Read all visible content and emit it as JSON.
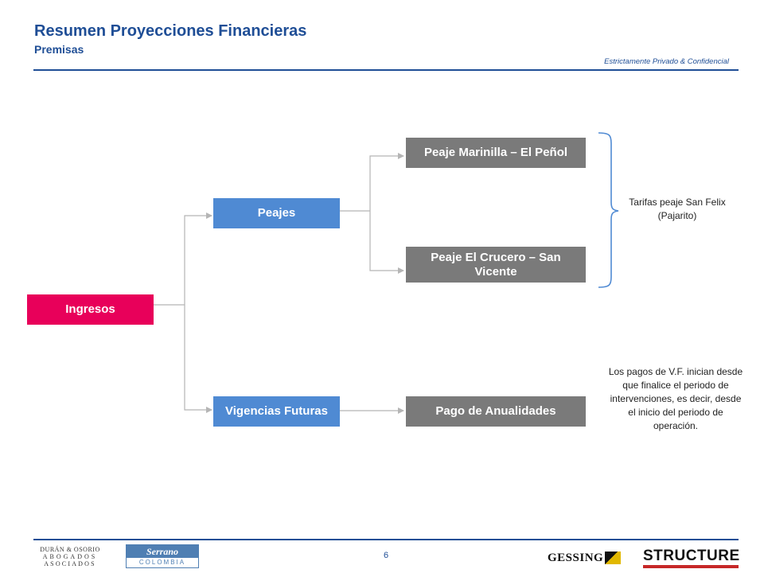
{
  "header": {
    "title": "Resumen Proyecciones Financieras",
    "subtitle": "Premisas",
    "confidential": "Estrictamente Privado & Confidencial"
  },
  "diagram": {
    "root": "Ingresos",
    "level1": [
      "Peajes",
      "Vigencias Futuras"
    ],
    "level2": [
      "Peaje Marinilla – El Peñol",
      "Peaje El Crucero – San Vicente",
      "Pago de Anualidades"
    ],
    "note_tolls": "Tarifas peaje San Felix (Pajarito)",
    "note_vf": "Los pagos de V.F. inician desde que finalice el periodo de intervenciones, es decir, desde el inicio del periodo de operación."
  },
  "footer": {
    "page_number": "6",
    "logos": {
      "duran_line1": "DURÁN & OSORIO",
      "duran_line2": "ABOGADOS",
      "duran_line3": "ASOCIADOS",
      "serrano_top": "Serrano",
      "serrano_bottom": "COLOMBIA",
      "gessing": "GESSING",
      "structure": "STRUCTURE"
    }
  },
  "colors": {
    "brand_blue": "#1f4e96",
    "root_pink": "#e8005a",
    "level1_blue": "#4f8ad3",
    "level2_grey": "#7a7a7a",
    "bracket_blue": "#4f8ad3"
  }
}
